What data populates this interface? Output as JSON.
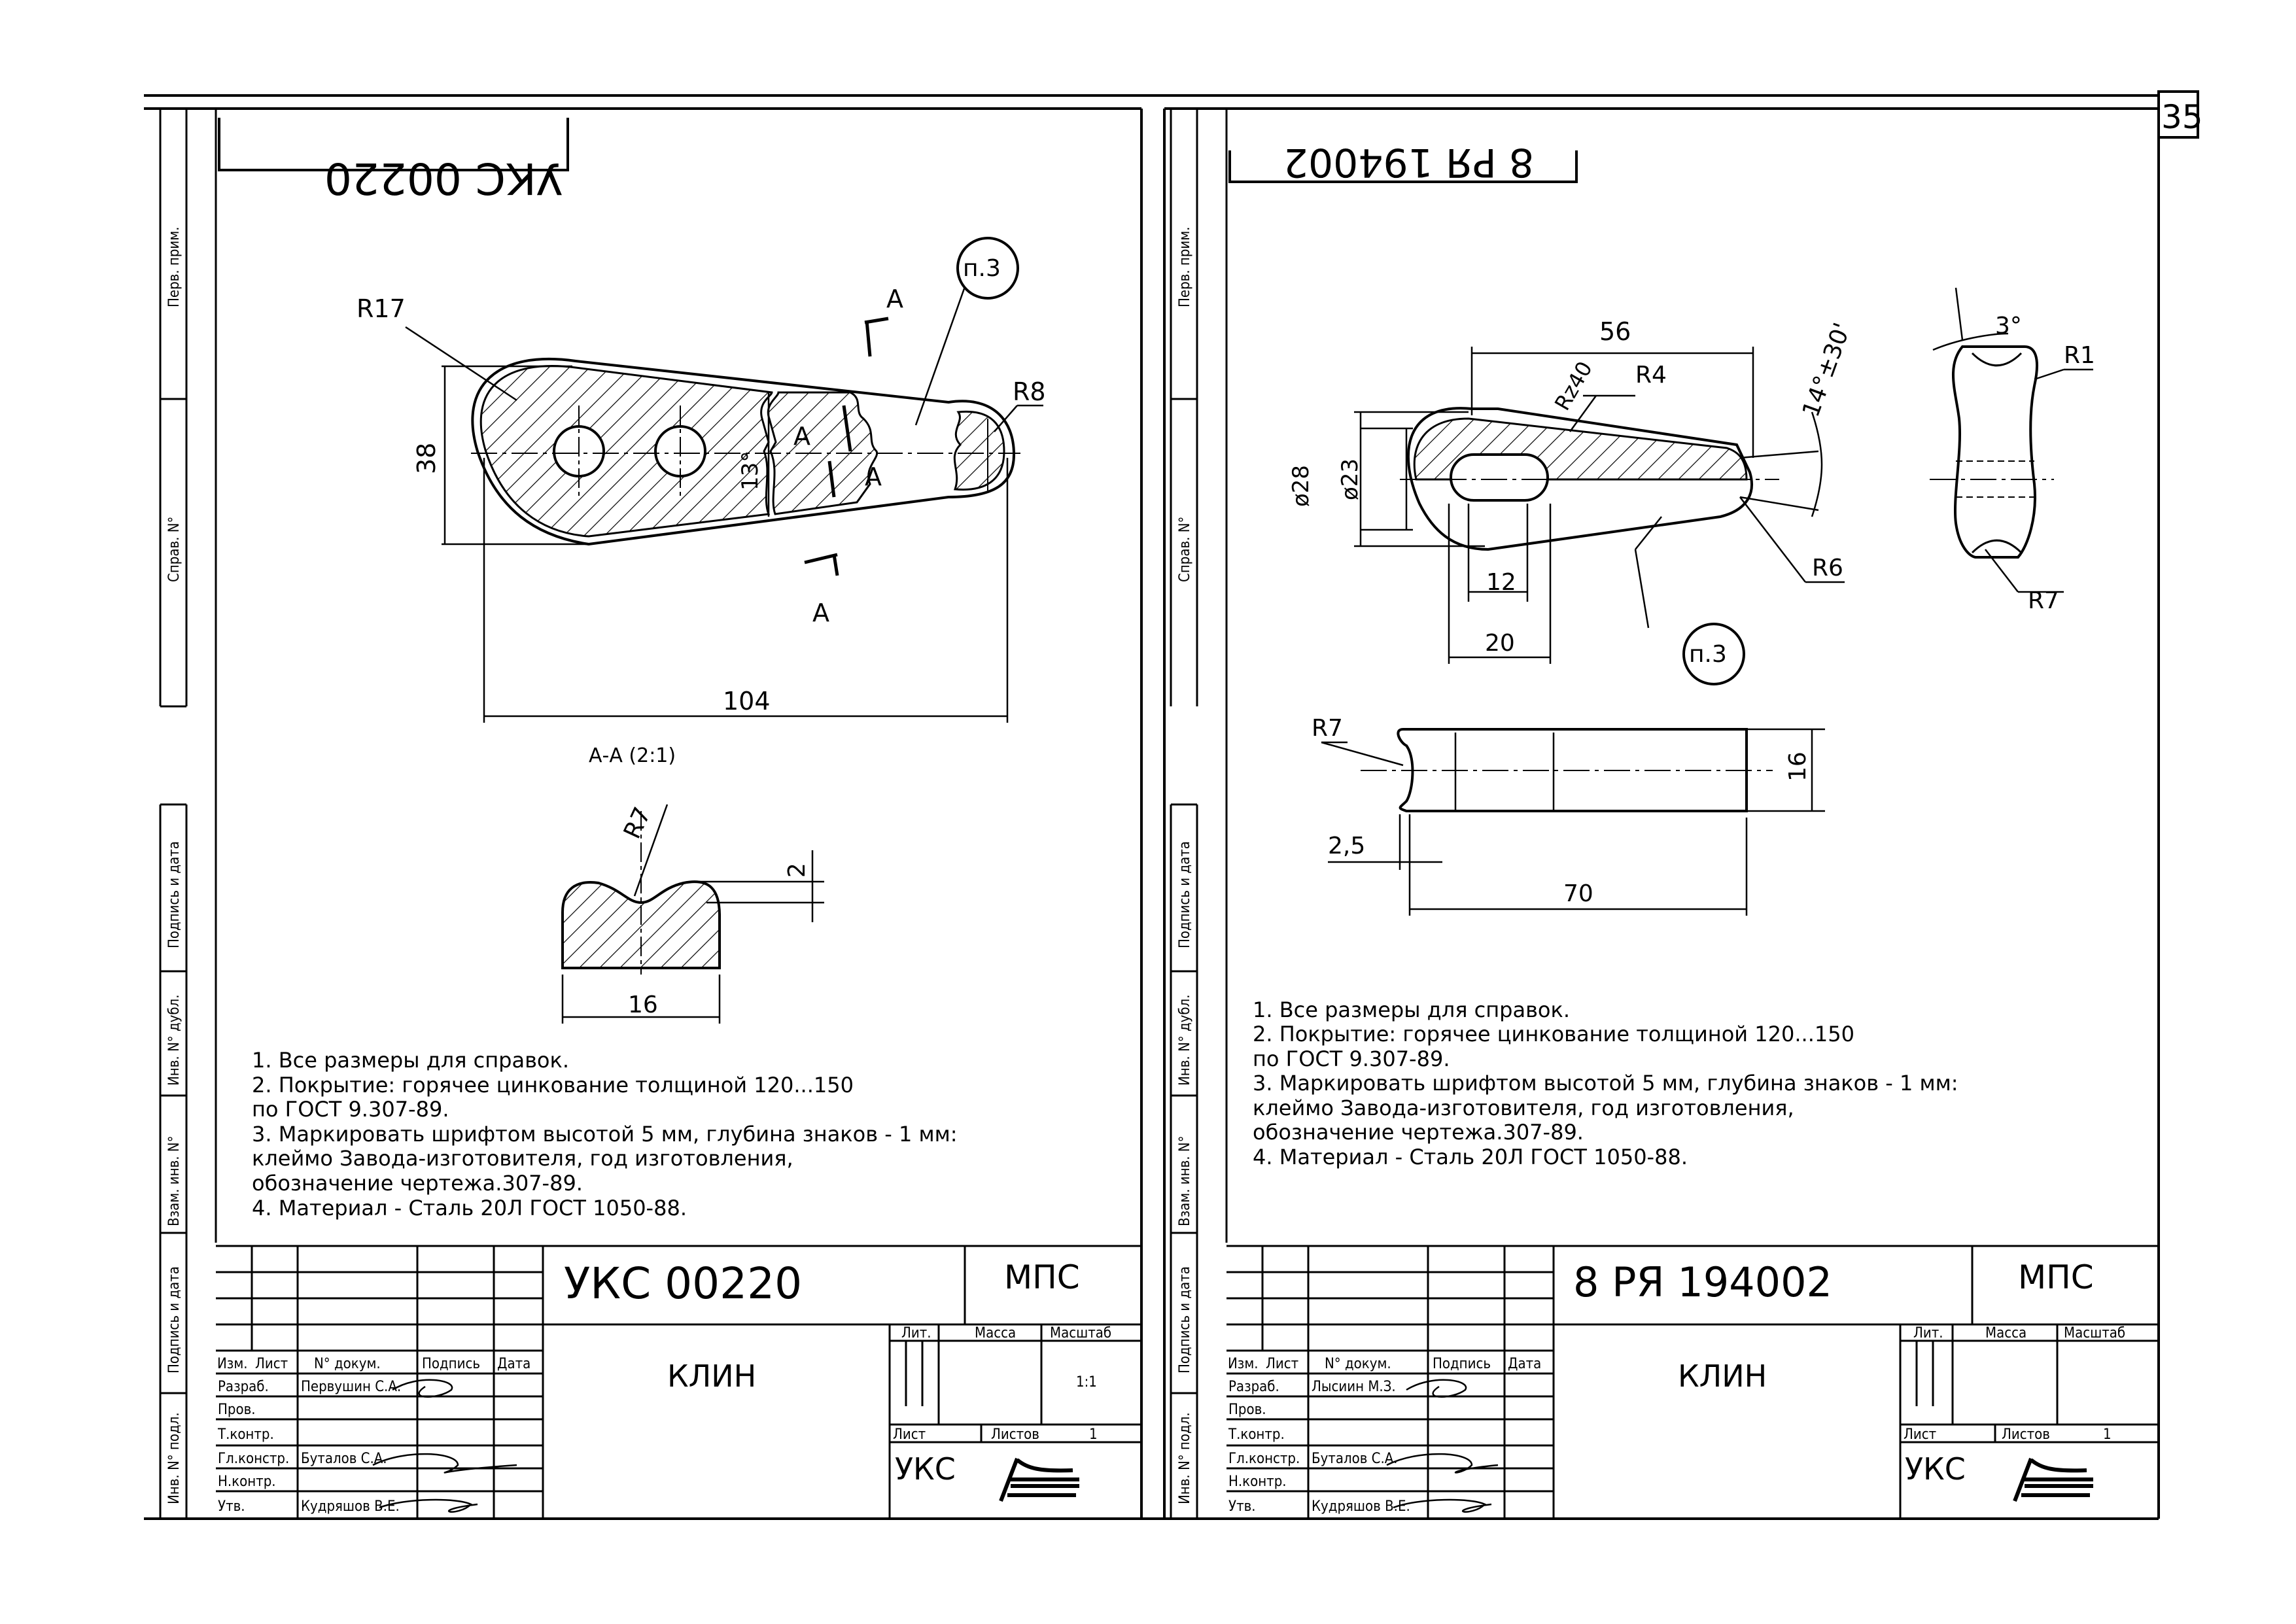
{
  "page_number": "35",
  "left": {
    "mirror_code": "УКС 00220",
    "callout": "п.3",
    "dims": {
      "r17": "R17",
      "d38": "38",
      "r8": "R8",
      "a13": "13°",
      "d104": "104",
      "sec": "A",
      "r7": "R7",
      "d2": "2",
      "d16": "16"
    },
    "section_title": "А-А (2:1)",
    "notes": [
      "1.  Все размеры для справок.",
      "2.  Покрытие: горячее цинкование толщиной 120...150",
      "     по ГОСТ 9.307-89.",
      "3.  Маркировать шрифтом высотой 5 мм, глубина знаков - 1 мм:",
      "     клеймо Завода-изготовителя, год изготовления,",
      "     обозначение чертежа.307-89.",
      "4.  Материал - Сталь 20Л ГОСТ 1050-88."
    ],
    "title_block": {
      "code": "УКС 00220",
      "org": "МПС",
      "name": "КЛИН",
      "lit": "Лит.",
      "mass": "Масса",
      "scale": "Масштаб",
      "scale_val": "1:1",
      "sheet": "Лист",
      "sheets": "Листов",
      "sheets_val": "1",
      "firm": "УКС",
      "head": [
        "Изм.",
        "Лист",
        "N° докум.",
        "Подпись",
        "Дата"
      ],
      "roles": [
        "Разраб.",
        "Пров.",
        "Т.контр.",
        "Гл.констр.",
        "Н.контр.",
        "Утв."
      ],
      "names": [
        "Первушин С.А.",
        "",
        "",
        "Буталов С.А.",
        "",
        "Кудряшов В.Е."
      ]
    }
  },
  "right": {
    "mirror_code": "8 РЯ 194002",
    "callout": "п.3",
    "dims": {
      "d56": "56",
      "rz40": "Rz40",
      "r4": "R4",
      "ang": "14°±30'",
      "a3": "3°",
      "r1": "R1",
      "d28": "ø28",
      "d23": "ø23",
      "d12": "12",
      "d20": "20",
      "r6": "R6",
      "r7a": "R7",
      "r7b": "R7",
      "d16": "16",
      "d25": "2,5",
      "d70": "70"
    },
    "notes": [
      "1.  Все размеры для справок.",
      "2.  Покрытие: горячее цинкование толщиной 120...150",
      "     по ГОСТ 9.307-89.",
      "3.  Маркировать шрифтом высотой 5 мм, глубина знаков - 1 мм:",
      "     клеймо Завода-изготовителя, год изготовления,",
      "     обозначение чертежа.307-89.",
      "4.  Материал - Сталь 20Л ГОСТ 1050-88."
    ],
    "title_block": {
      "code": "8 РЯ 194002",
      "org": "МПС",
      "name": "КЛИН",
      "lit": "Лит.",
      "mass": "Масса",
      "scale": "Масштаб",
      "scale_val": "",
      "sheet": "Лист",
      "sheets": "Листов",
      "sheets_val": "1",
      "firm": "УКС",
      "head": [
        "Изм.",
        "Лист",
        "N° докум.",
        "Подпись",
        "Дата"
      ],
      "roles": [
        "Разраб.",
        "Пров.",
        "Т.контр.",
        "Гл.констр.",
        "Н.контр.",
        "Утв."
      ],
      "names": [
        "Лысиин М.З.",
        "",
        "",
        "Буталов С.А.",
        "",
        "Кудряшов В.Е."
      ]
    }
  },
  "side_labels": [
    "Перв. прим.",
    "Справ. N°",
    "Подпись и дата",
    "Инв. N° дубл.",
    "Взам. инв. N°",
    "Подпись и дата",
    "Инв. N° подл."
  ]
}
